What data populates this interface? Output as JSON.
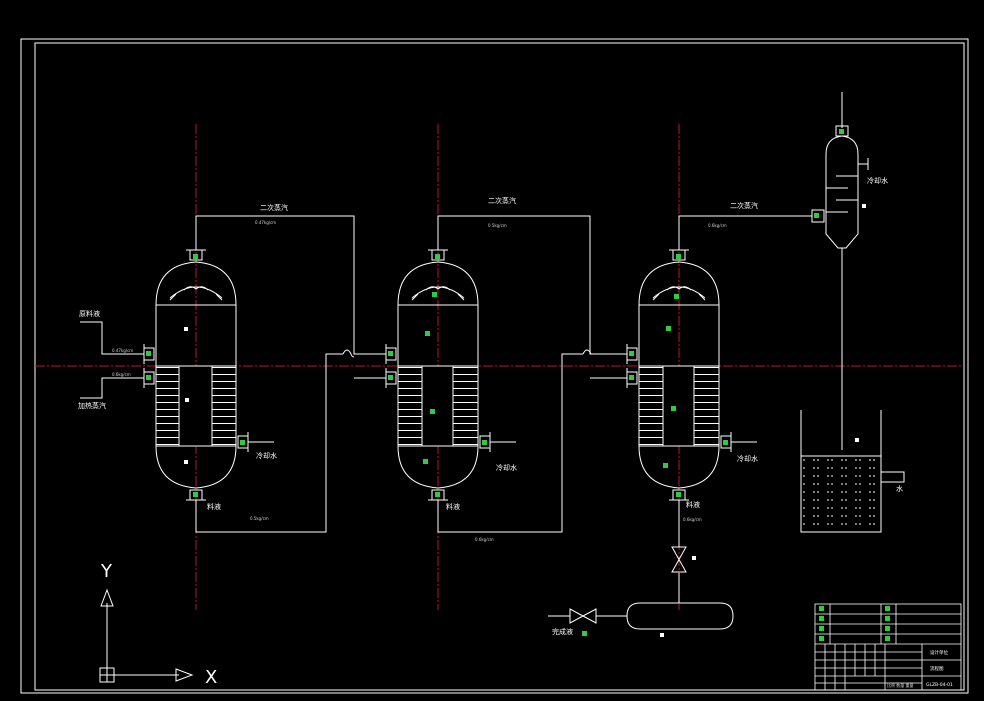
{
  "palette": {
    "background": "#000000",
    "line": "#ffffff",
    "centerline": "#c0152a",
    "node": "#2ecc40"
  },
  "labels": {
    "secondary_steam_1": "二次蒸汽",
    "secondary_steam_2": "二次蒸汽",
    "secondary_steam_3": "二次蒸汽",
    "feed": "原料液",
    "heating_steam": "加热蒸汽",
    "cooling_water_1": "冷却水",
    "cooling_water_2": "冷却水",
    "cooling_water_3": "冷却水",
    "cooling_water_condenser": "冷却水",
    "product_1": "料液",
    "product_2": "料液",
    "product_3": "料液",
    "finished_product": "完成液",
    "water": "水"
  },
  "flow_tags": {
    "t1": "0.47kg/cm",
    "t2": "0.5kg/cm",
    "t3": "0.6kg/cm",
    "t4": "0.47kg/cm",
    "t5": "0.6kg/cm",
    "t6": "0.5kg/cm",
    "t7": "0.6kg/cm",
    "t8": "0.6kg/cm"
  },
  "axes": {
    "x": "X",
    "y": "Y"
  },
  "title_block": {
    "drawing_name": "流程图",
    "drawing_no": "GLZB-04-01",
    "company": "设计单位",
    "scale_row": "比例 数量 重量"
  }
}
